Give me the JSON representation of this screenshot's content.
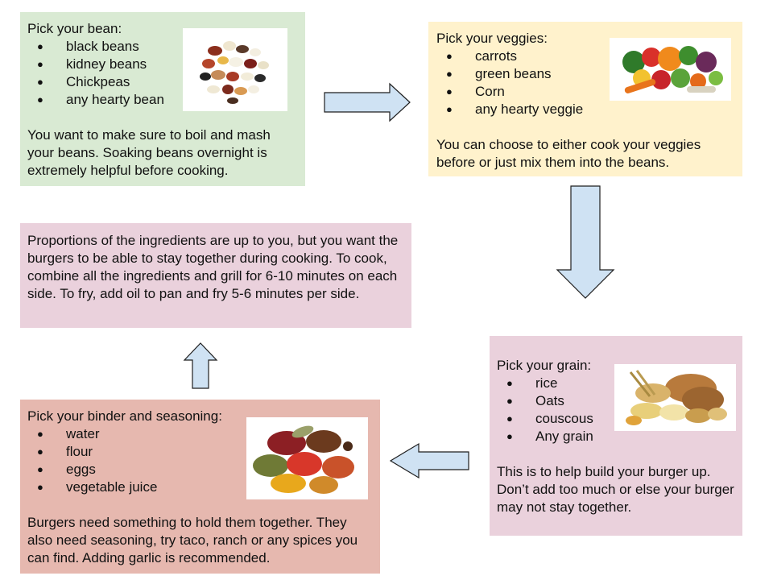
{
  "colors": {
    "bean_box": "#d9ead3",
    "veggie_box": "#fff2cc",
    "proportions_box": "#ead1dc",
    "grain_box": "#ead1dc",
    "binder_box": "#e6b8af",
    "arrow_fill": "#cfe2f3",
    "arrow_stroke": "#1f1f1f"
  },
  "bean": {
    "title": "Pick your bean:",
    "items": [
      "black beans",
      "kidney beans",
      "Chickpeas",
      "any hearty bean"
    ],
    "description": "You want to make sure to boil and mash your beans. Soaking beans overnight is extremely helpful before cooking.",
    "image_icon": "mixed-beans-photo"
  },
  "veggies": {
    "title": "Pick your veggies:",
    "items": [
      "carrots",
      "green beans",
      "Corn",
      "any hearty veggie"
    ],
    "description": "You can choose to either cook your veggies before or just mix them into the beans.",
    "image_icon": "vegetables-photo"
  },
  "grain": {
    "title": "Pick your grain:",
    "items": [
      "rice",
      "Oats",
      "couscous",
      "Any grain"
    ],
    "description": "This is to help build your burger up. Don’t add too much or else your burger may not stay together.",
    "image_icon": "grains-photo"
  },
  "binder": {
    "title": "Pick your binder and seasoning:",
    "items": [
      "water",
      "flour",
      "eggs",
      "vegetable juice"
    ],
    "description": "Burgers need something to hold them together. They also need seasoning, try taco, ranch or any spices you can find. Adding garlic is recommended.",
    "image_icon": "spices-photo"
  },
  "proportions": {
    "text": "Proportions of the ingredients are up to you, but you want the burgers to be able to stay together during cooking. To cook, combine all the ingredients and grill for 6-10 minutes on each side. To fry, add oil to pan and fry 5-6 minutes per side."
  },
  "arrows": [
    "arrow-right",
    "arrow-down",
    "arrow-left",
    "arrow-up"
  ]
}
